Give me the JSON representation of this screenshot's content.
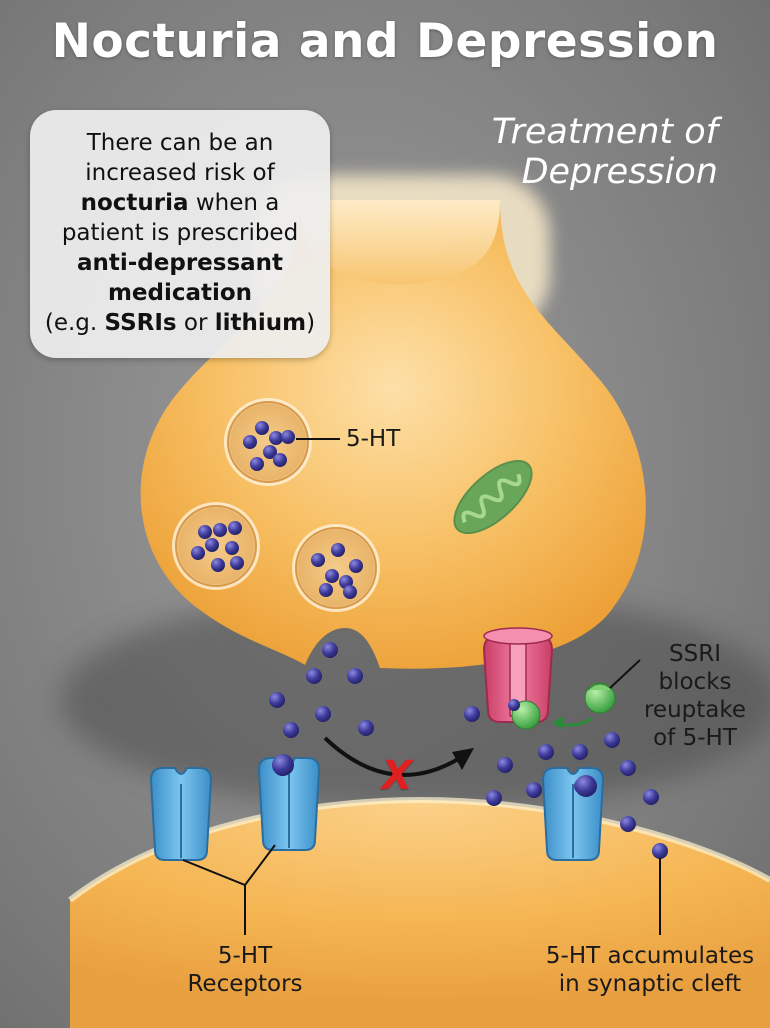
{
  "title": "Nocturia and Depression",
  "subtitle_line1": "Treatment of",
  "subtitle_line2": "Depression",
  "infobox": {
    "line1": "There can be an",
    "line2": "increased risk of",
    "line3_bold": "nocturia",
    "line3_rest": " when a",
    "line4": "patient is prescribed",
    "line5_bold": "anti-depressant",
    "line6_bold": "medication",
    "line7_pre": "(e.g. ",
    "line7_bold1": "SSRIs",
    "line7_mid": " or ",
    "line7_bold2": "lithium",
    "line7_post": ")"
  },
  "labels": {
    "vesicle": "5-HT",
    "ssri_line1": "SSRI",
    "ssri_line2": "blocks",
    "ssri_line3": "reuptake",
    "ssri_line4": "of 5-HT",
    "receptors_line1": "5-HT",
    "receptors_line2": "Receptors",
    "accum_line1": "5-HT accumulates",
    "accum_line2": "in synaptic cleft"
  },
  "blocked_mark": "X",
  "colors": {
    "neuron": "#f5b552",
    "neuron_light": "#fcd9a0",
    "molecule": "#3d3a9a",
    "receptor": "#5aaee0",
    "transporter": "#e0507a",
    "ssri": "#5cc25a",
    "mitochondrion": "#7db56a",
    "blocked_x": "#e02020"
  }
}
